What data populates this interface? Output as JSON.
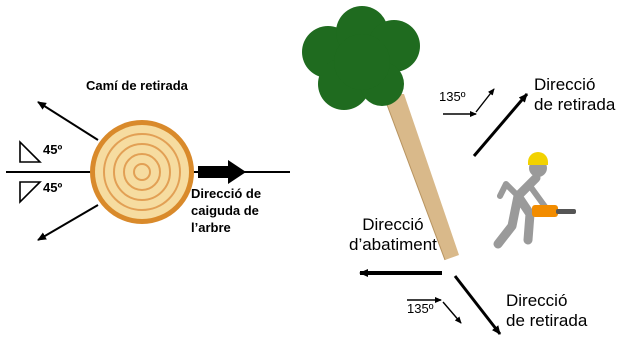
{
  "stump_diagram": {
    "retreat_path_label": "Camí de retirada",
    "angle_upper": "45º",
    "angle_lower": "45º",
    "fall_direction_lines": [
      "Direcció de",
      "caiguda de",
      "l’arbre"
    ]
  },
  "felling_scene": {
    "retreat_upper_lines": [
      "Direcció",
      "de retirada"
    ],
    "retreat_lower_lines": [
      "Direcció",
      "de retirada"
    ],
    "felling_direction_lines": [
      "Direcció",
      "d’abatiment"
    ],
    "angle_upper": "135º",
    "angle_lower": "135º"
  },
  "colors": {
    "canopy": "#1f6b1f",
    "trunk": "#d9b98a",
    "stump_outer": "#d98a2b",
    "stump_inner": "#f6dca0",
    "helmet": "#f2d200",
    "worker": "#9a9a9a",
    "chainsaw": "#f28c00",
    "arrow": "#000000"
  },
  "icons": [
    "stump-icon",
    "tree-icon",
    "worker-icon",
    "chainsaw-icon"
  ]
}
